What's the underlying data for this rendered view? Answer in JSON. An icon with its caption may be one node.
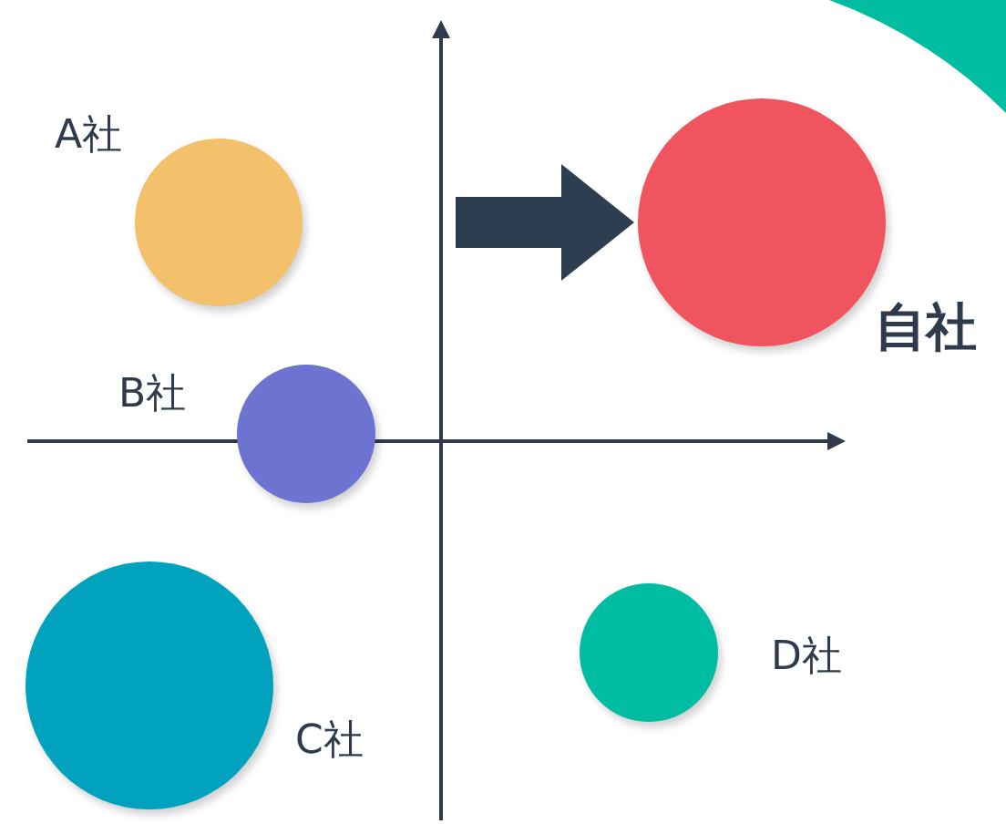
{
  "diagram": {
    "nodes": [
      {
        "text": [],
        "shape": "circle",
        "beside": [
          "A社"
        ]
      },
      {
        "text": [],
        "shape": "circle",
        "beside": [
          "自社"
        ]
      },
      {
        "text": [],
        "shape": "circle",
        "beside": [
          "B社"
        ]
      },
      {
        "text": [],
        "shape": "circle",
        "beside": [
          "C社"
        ]
      },
      {
        "text": [],
        "shape": "circle",
        "beside": [
          "D社"
        ]
      }
    ],
    "edges": [
      {
        "from": null,
        "to": 1,
        "arrow": "to"
      }
    ]
  }
}
